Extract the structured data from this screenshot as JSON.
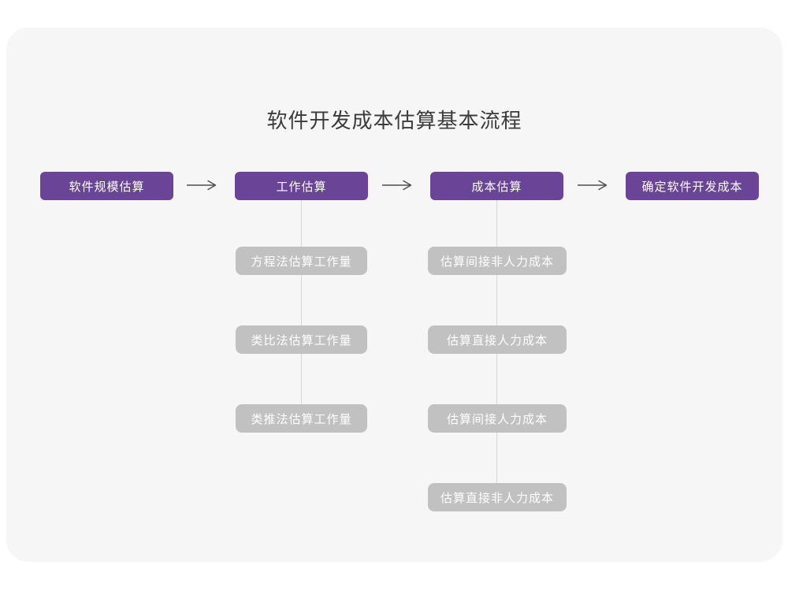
{
  "title": "软件开发成本估算基本流程",
  "colors": {
    "primary": "#6a4496",
    "sub_box": "#c1c1c1",
    "card_bg": "#f6f6f7",
    "page_bg": "#ffffff",
    "arrow": "#4d4d4d",
    "connector": "#d8d8d8",
    "title_color": "#3b3b3b"
  },
  "flow": {
    "stages": [
      {
        "label": "软件规模估算"
      },
      {
        "label": "工作估算"
      },
      {
        "label": "成本估算"
      },
      {
        "label": "确定软件开发成本"
      }
    ],
    "effort_methods": [
      "方程法估算工作量",
      "类比法估算工作量",
      "类推法估算工作量"
    ],
    "cost_components": [
      "估算间接非人力成本",
      "估算直接人力成本",
      "估算间接人力成本",
      "估算直接非人力成本"
    ]
  }
}
